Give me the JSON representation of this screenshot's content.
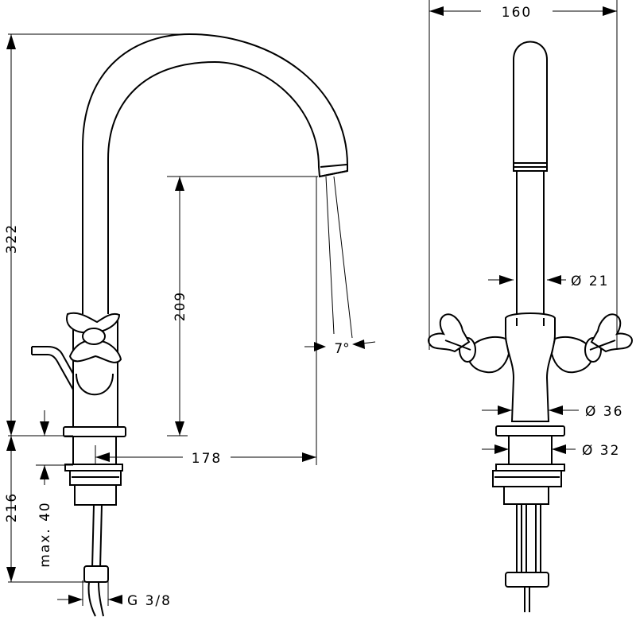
{
  "drawing": {
    "dimensions": {
      "overall_height": "322",
      "spout_height": "209",
      "spout_reach": "178",
      "angle": "7°",
      "below_deck": "216",
      "max_deck_thickness": "max. 40",
      "connection_thread": "G 3/8",
      "overall_width": "160",
      "spout_diameter": "Ø 21",
      "body_diameter": "Ø 36",
      "mount_diameter": "Ø 32"
    }
  }
}
